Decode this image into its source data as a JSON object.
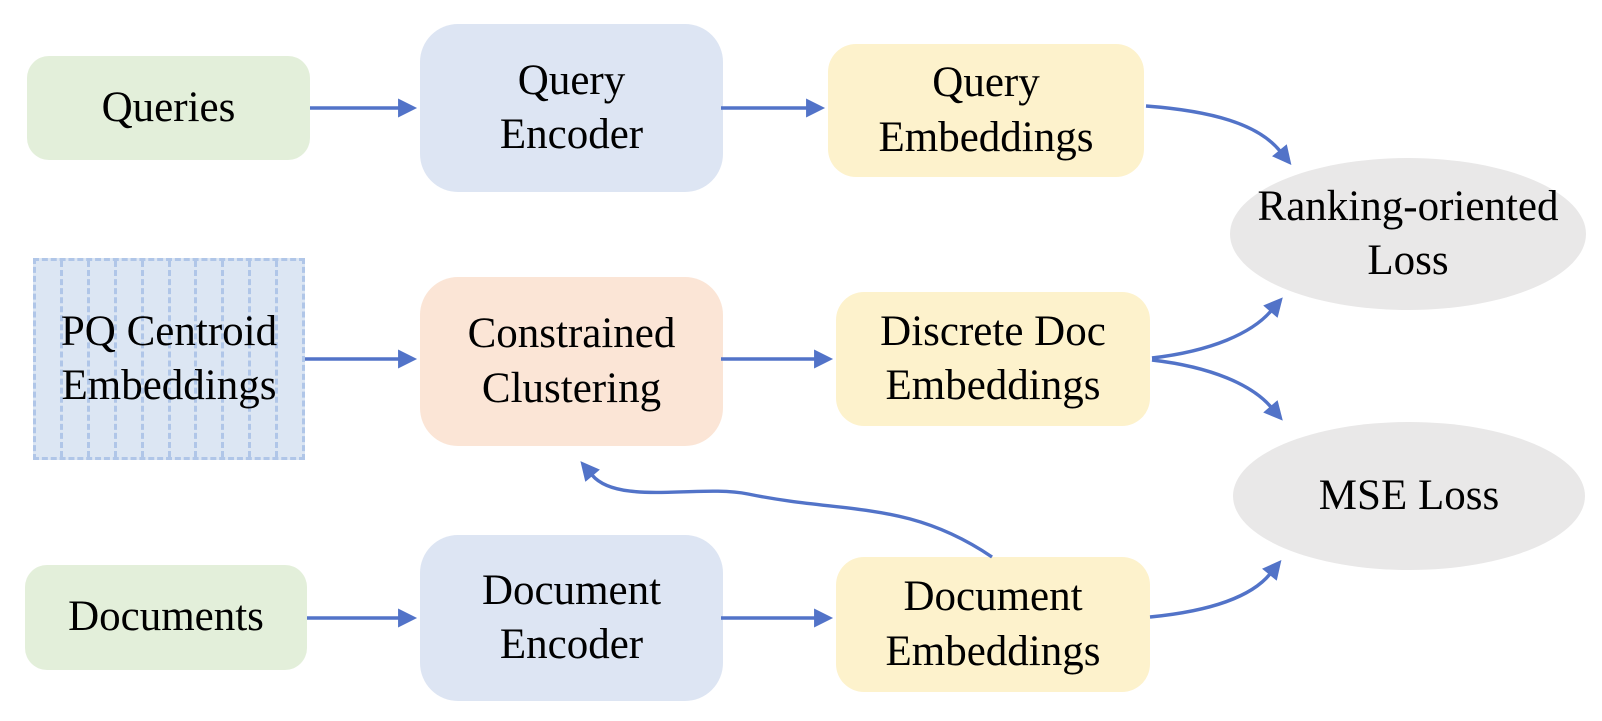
{
  "diagram": {
    "type": "flowchart",
    "colors": {
      "green": "#e3efda",
      "blue": "#dde5f3",
      "yellow": "#fdf2cc",
      "peach": "#fbe5d6",
      "gray": "#e9e8e8",
      "stripe_fill": "#dce6f3",
      "stripe_dash": "#b0c6e8",
      "arrow": "#5273c8",
      "text": "#000000"
    },
    "nodes": {
      "queries": {
        "label": "Queries",
        "shape": "rounded-rect",
        "color_key": "green"
      },
      "query_encoder": {
        "line1": "Query",
        "line2": "Encoder",
        "shape": "rounded-rect",
        "color_key": "blue"
      },
      "query_embeddings": {
        "line1": "Query",
        "line2": "Embeddings",
        "shape": "rounded-rect",
        "color_key": "yellow"
      },
      "pq_centroid_embeddings": {
        "line1": "PQ Centroid",
        "line2": "Embeddings",
        "shape": "dashed-striped-rect",
        "color_key": "stripe_fill"
      },
      "constrained_clustering": {
        "line1": "Constrained",
        "line2": "Clustering",
        "shape": "rounded-rect",
        "color_key": "peach"
      },
      "discrete_doc_embeddings": {
        "line1": "Discrete Doc",
        "line2": "Embeddings",
        "shape": "rounded-rect",
        "color_key": "yellow"
      },
      "documents": {
        "label": "Documents",
        "shape": "rounded-rect",
        "color_key": "green"
      },
      "document_encoder": {
        "line1": "Document",
        "line2": "Encoder",
        "shape": "rounded-rect",
        "color_key": "blue"
      },
      "document_embeddings": {
        "line1": "Document",
        "line2": "Embeddings",
        "shape": "rounded-rect",
        "color_key": "yellow"
      },
      "ranking_oriented_loss": {
        "line1": "Ranking-oriented",
        "line2": "Loss",
        "shape": "ellipse",
        "color_key": "gray"
      },
      "mse_loss": {
        "label": "MSE Loss",
        "shape": "ellipse",
        "color_key": "gray"
      }
    },
    "edges": [
      {
        "from": "queries",
        "to": "query_encoder",
        "style": "straight"
      },
      {
        "from": "query_encoder",
        "to": "query_embeddings",
        "style": "straight"
      },
      {
        "from": "query_embeddings",
        "to": "ranking_oriented_loss",
        "style": "curved"
      },
      {
        "from": "pq_centroid_embeddings",
        "to": "constrained_clustering",
        "style": "straight"
      },
      {
        "from": "constrained_clustering",
        "to": "discrete_doc_embeddings",
        "style": "straight"
      },
      {
        "from": "discrete_doc_embeddings",
        "to": "ranking_oriented_loss",
        "style": "curved"
      },
      {
        "from": "discrete_doc_embeddings",
        "to": "mse_loss",
        "style": "curved"
      },
      {
        "from": "documents",
        "to": "document_encoder",
        "style": "straight"
      },
      {
        "from": "document_encoder",
        "to": "document_embeddings",
        "style": "straight"
      },
      {
        "from": "document_embeddings",
        "to": "mse_loss",
        "style": "curved"
      },
      {
        "from": "document_embeddings",
        "to": "constrained_clustering",
        "style": "curved"
      }
    ]
  }
}
